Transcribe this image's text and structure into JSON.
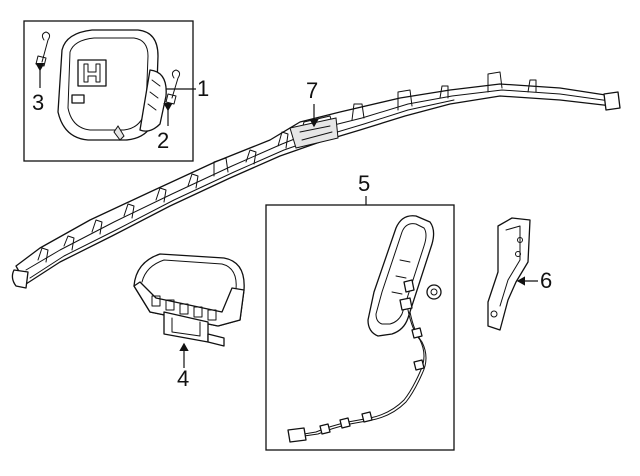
{
  "diagram": {
    "callouts": [
      {
        "id": "1",
        "label": "1"
      },
      {
        "id": "2",
        "label": "2"
      },
      {
        "id": "3",
        "label": "3"
      },
      {
        "id": "4",
        "label": "4"
      },
      {
        "id": "5",
        "label": "5"
      },
      {
        "id": "6",
        "label": "6"
      },
      {
        "id": "7",
        "label": "7"
      }
    ],
    "colors": {
      "line": "#111111",
      "background": "#ffffff"
    }
  }
}
